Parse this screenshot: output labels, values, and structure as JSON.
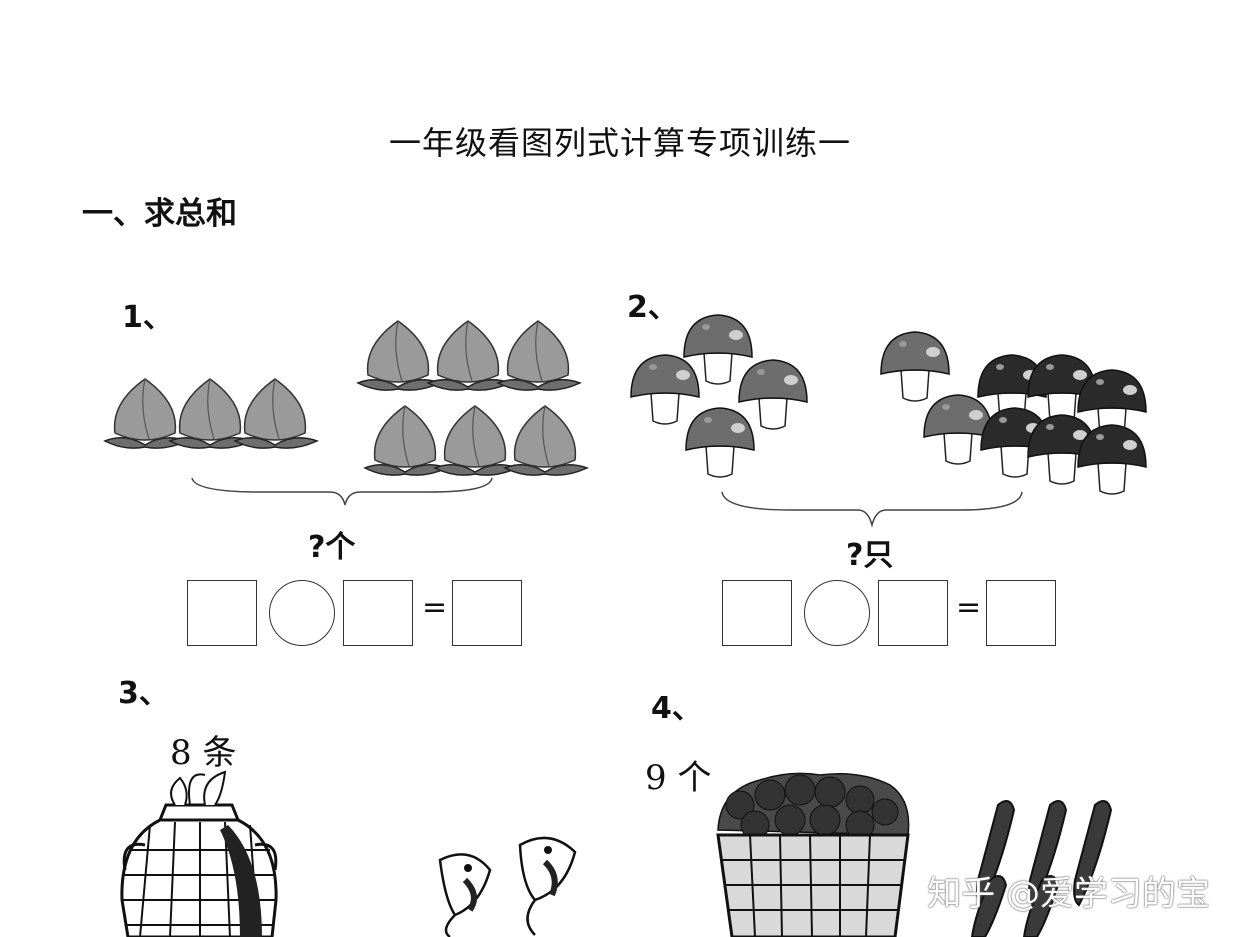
{
  "document": {
    "title": "一年级看图列式计算专项训练一",
    "section_heading": "一、求总和"
  },
  "problems": [
    {
      "number": "1、",
      "question_label": "?个"
    },
    {
      "number": "2、",
      "question_label": "?只"
    },
    {
      "number": "3、",
      "given_label": "8 条"
    },
    {
      "number": "4、",
      "given_label": "9 个"
    }
  ],
  "equation": {
    "equals_sign": "="
  },
  "watermark": {
    "text": "知乎 @爱学习的宝"
  },
  "colors": {
    "ink": "#111111",
    "peach": "#9a9a9a",
    "mushroom_light": "#6d6d6d",
    "mushroom_dark": "#2b2b2b"
  }
}
